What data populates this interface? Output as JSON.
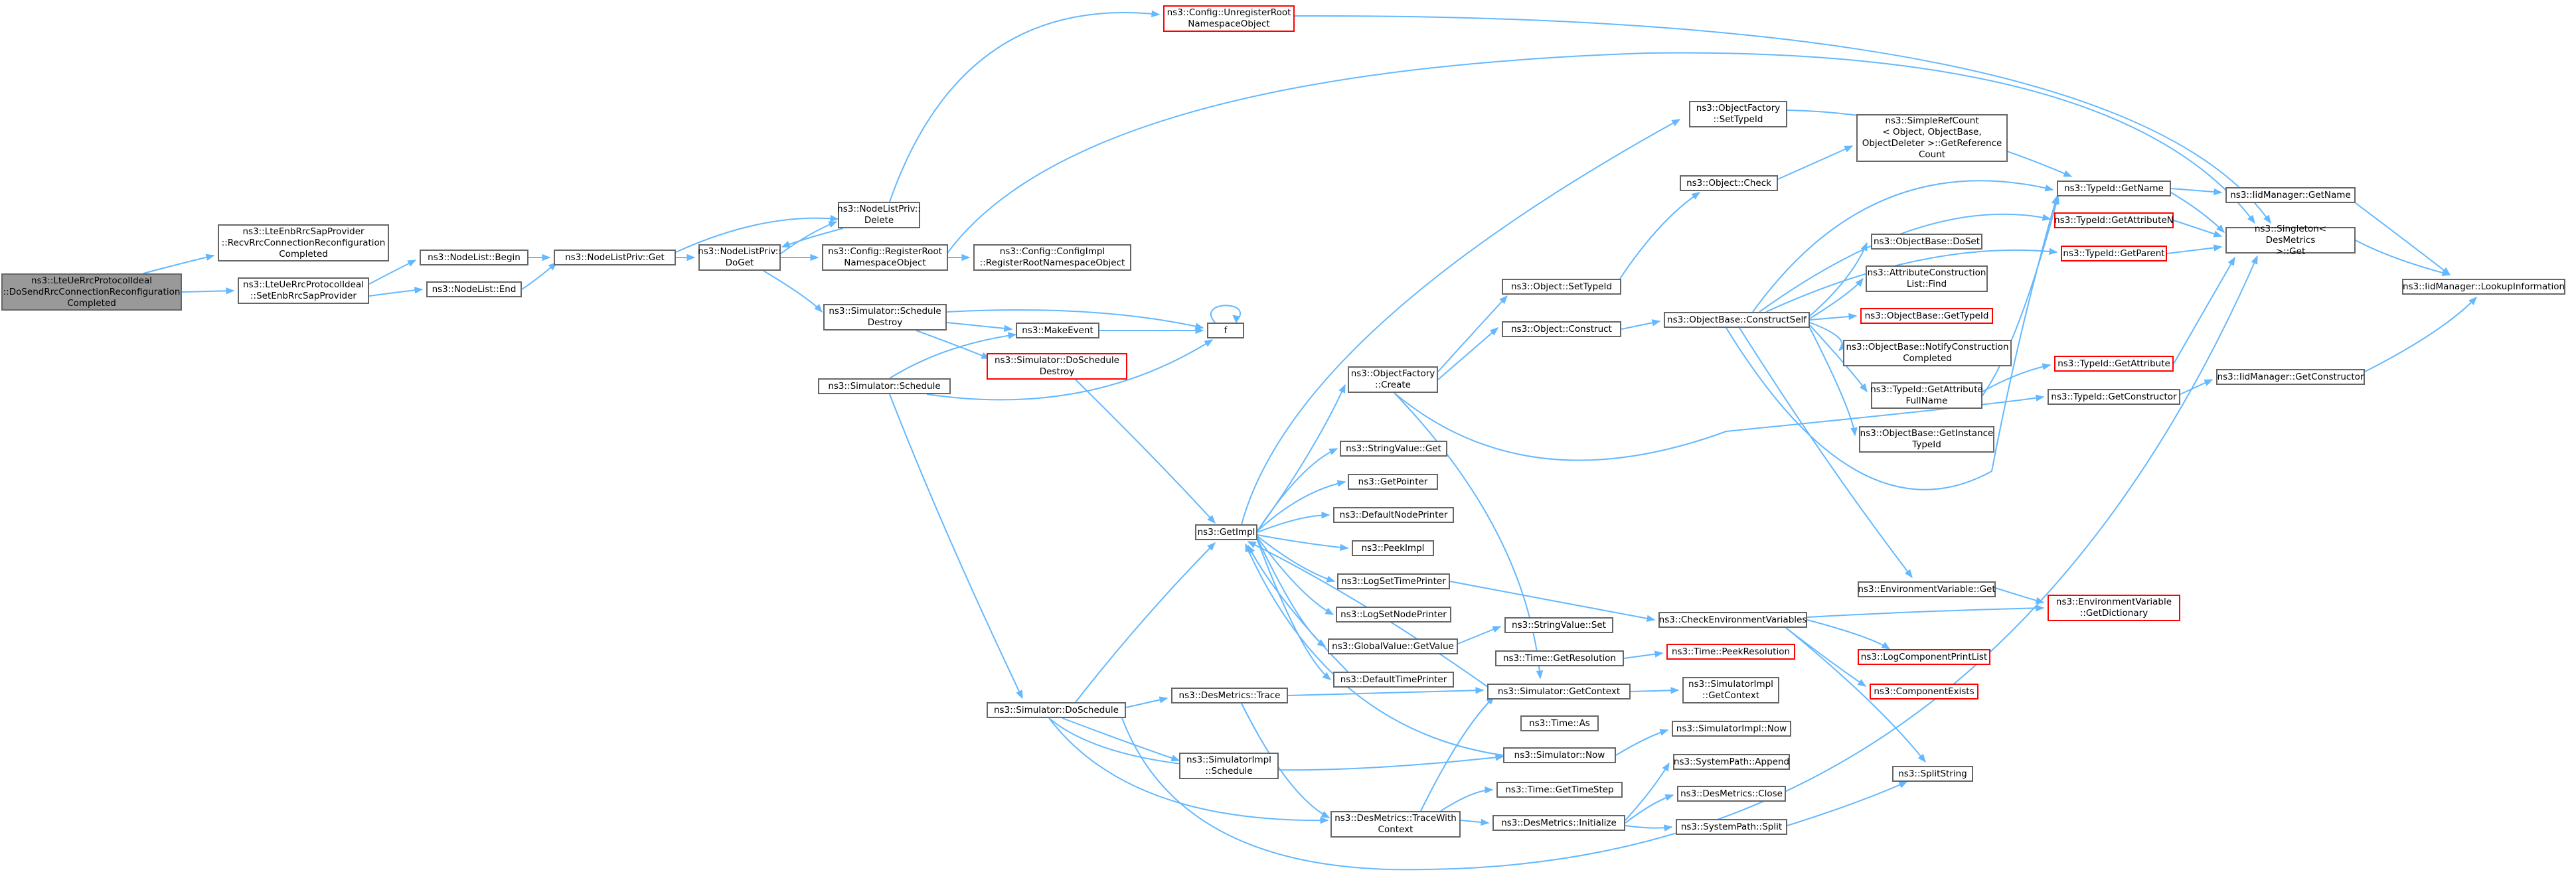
{
  "graph": {
    "colors": {
      "edge": "#63b8ff",
      "node_border": "#666666",
      "truncated_border": "#ff0000",
      "root_fill": "#999999"
    },
    "nodes": {
      "root": "ns3::LteUeRrcProtocolIdeal\n::DoSendRrcConnectionReconfiguration\nCompleted",
      "recvRrc": "ns3::LteEnbRrcSapProvider\n::RecvRrcConnectionReconfiguration\nCompleted",
      "setEnbRrc": "ns3::LteUeRrcProtocolIdeal\n::SetEnbRrcSapProvider",
      "nlBegin": "ns3::NodeList::Begin",
      "nlEnd": "ns3::NodeList::End",
      "nlpGet": "ns3::NodeListPriv::Get",
      "nlpDoGet": "ns3::NodeListPriv::\nDoGet",
      "nlpDelete": "ns3::NodeListPriv::\nDelete",
      "cfgUnreg": "ns3::Config::UnregisterRoot\nNamespaceObject",
      "cfgReg": "ns3::Config::RegisterRoot\nNamespaceObject",
      "cfgImplReg": "ns3::Config::ConfigImpl\n::RegisterRootNamespaceObject",
      "simScheduleDestroy": "ns3::Simulator::Schedule\nDestroy",
      "makeEvent": "ns3::MakeEvent",
      "f": "f",
      "simDoScheduleDestroy": "ns3::Simulator::DoSchedule\nDestroy",
      "simSchedule": "ns3::Simulator::Schedule",
      "getImpl": "ns3::GetImpl",
      "simDoSchedule": "ns3::Simulator::DoSchedule",
      "desTrace": "ns3::DesMetrics::Trace",
      "simImplSchedule": "ns3::SimulatorImpl\n::Schedule",
      "desTraceWithContext": "ns3::DesMetrics::TraceWith\nContext",
      "objFactoryCreate": "ns3::ObjectFactory\n::Create",
      "stringValueGet": "ns3::StringValue::Get",
      "getPointer": "ns3::GetPointer",
      "defaultNodePrinter": "ns3::DefaultNodePrinter",
      "peekImpl": "ns3::PeekImpl",
      "logSetTimePrinter": "ns3::LogSetTimePrinter",
      "logSetNodePrinter": "ns3::LogSetNodePrinter",
      "globalValueGetValue": "ns3::GlobalValue::GetValue",
      "defaultTimePrinter": "ns3::DefaultTimePrinter",
      "objFactorySetTypeId": "ns3::ObjectFactory\n::SetTypeId",
      "objSetTypeId": "ns3::Object::SetTypeId",
      "objConstruct": "ns3::Object::Construct",
      "objCheck": "ns3::Object::Check",
      "simpleRefCount": "ns3::SimpleRefCount\n< Object, ObjectBase,\nObjectDeleter >::GetReference\nCount",
      "objBaseConstructSelf": "ns3::ObjectBase::ConstructSelf",
      "objBaseDoSet": "ns3::ObjectBase::DoSet",
      "attrConstructionListFind": "ns3::AttributeConstruction\nList::Find",
      "objBaseGetTypeId": "ns3::ObjectBase::GetTypeId",
      "objBaseNotify": "ns3::ObjectBase::NotifyConstruction\nCompleted",
      "typeIdGetAttrFullName": "ns3::TypeId::GetAttribute\nFullName",
      "objBaseGetInstanceTypeId": "ns3::ObjectBase::GetInstance\nTypeId",
      "envVarGet": "ns3::EnvironmentVariable::Get",
      "checkEnvVars": "ns3::CheckEnvironmentVariables",
      "envVarGetDict": "ns3::EnvironmentVariable\n::GetDictionary",
      "logComponentPrintList": "ns3::LogComponentPrintList",
      "componentExists": "ns3::ComponentExists",
      "splitString": "ns3::SplitString",
      "stringValueSet": "ns3::StringValue::Set",
      "timeGetResolution": "ns3::Time::GetResolution",
      "timePeekResolution": "ns3::Time::PeekResolution",
      "simGetContext": "ns3::Simulator::GetContext",
      "simImplGetContext": "ns3::SimulatorImpl\n::GetContext",
      "timeAs": "ns3::Time::As",
      "simImplNow": "ns3::SimulatorImpl::Now",
      "simNow": "ns3::Simulator::Now",
      "sysPathAppend": "ns3::SystemPath::Append",
      "desClose": "ns3::DesMetrics::Close",
      "timeGetTimeStep": "ns3::Time::GetTimeStep",
      "desInitialize": "ns3::DesMetrics::Initialize",
      "sysPathSplit": "ns3::SystemPath::Split",
      "typeIdGetName": "ns3::TypeId::GetName",
      "typeIdGetAttributeN": "ns3::TypeId::GetAttributeN",
      "typeIdGetParent": "ns3::TypeId::GetParent",
      "typeIdGetAttribute": "ns3::TypeId::GetAttribute",
      "typeIdGetConstructor": "ns3::TypeId::GetConstructor",
      "iidGetName": "ns3::IidManager::GetName",
      "singletonGet": "ns3::Singleton< DesMetrics\n >::Get",
      "iidGetConstructor": "ns3::IidManager::GetConstructor",
      "iidLookupInformation": "ns3::IidManager::LookupInformation"
    }
  }
}
